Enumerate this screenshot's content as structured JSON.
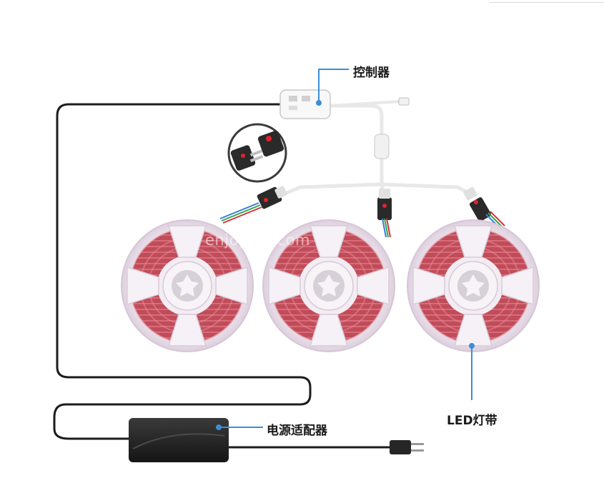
{
  "watermark": "enjoyled.com",
  "labels": {
    "controller": "控制器",
    "power_adapter": "电源适配器",
    "led_strip": "LED灯带"
  },
  "colors": {
    "callout": "#3a8fd6",
    "cable": "#1c1c1c",
    "strip": "#c8525e",
    "reel": "#f4eef4"
  }
}
